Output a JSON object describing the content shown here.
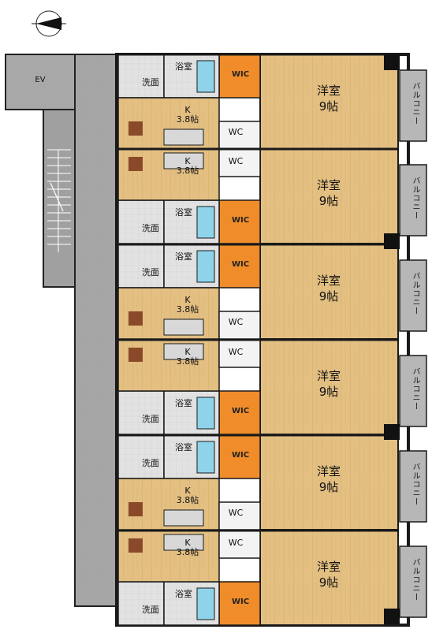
{
  "elevator_label": "EV",
  "labels": {
    "western_room": "洋室",
    "western_size": "9帖",
    "kitchen": "K",
    "kitchen_size": "3.8帖",
    "bath": "浴室",
    "washroom": "洗面",
    "wic": "WIC",
    "wc": "WC",
    "balcony": "バルコニー"
  },
  "colors": {
    "floor_wood": "#e3bf82",
    "wic_orange": "#f08c2a",
    "bath_tub": "#8fd3ea",
    "corridor_gray": "#a9a9a9",
    "wall": "#1a1a1a",
    "balcony_gray": "#b7b7b7"
  },
  "units": [
    {
      "western_room": "洋室",
      "western_size": "9帖",
      "kitchen": "K",
      "kitchen_size": "3.8帖",
      "bath": "浴室",
      "washroom": "洗面",
      "wic": "WIC",
      "wc": "WC",
      "balcony": "バルコニー"
    },
    {
      "western_room": "洋室",
      "western_size": "9帖",
      "kitchen": "K",
      "kitchen_size": "3.8帖",
      "bath": "浴室",
      "washroom": "洗面",
      "wic": "WIC",
      "wc": "WC",
      "balcony": "バルコニー"
    },
    {
      "western_room": "洋室",
      "western_size": "9帖",
      "kitchen": "K",
      "kitchen_size": "3.8帖",
      "bath": "浴室",
      "washroom": "洗面",
      "wic": "WIC",
      "wc": "WC",
      "balcony": "バルコニー"
    },
    {
      "western_room": "洋室",
      "western_size": "9帖",
      "kitchen": "K",
      "kitchen_size": "3.8帖",
      "bath": "浴室",
      "washroom": "洗面",
      "wic": "WIC",
      "wc": "WC",
      "balcony": "バルコニー"
    },
    {
      "western_room": "洋室",
      "western_size": "9帖",
      "kitchen": "K",
      "kitchen_size": "3.8帖",
      "bath": "浴室",
      "washroom": "洗面",
      "wic": "WIC",
      "wc": "WC",
      "balcony": "バルコニー"
    },
    {
      "western_room": "洋室",
      "western_size": "9帖",
      "kitchen": "K",
      "kitchen_size": "3.8帖",
      "bath": "浴室",
      "washroom": "洗面",
      "wic": "WIC",
      "wc": "WC",
      "balcony": "バルコニー"
    }
  ]
}
